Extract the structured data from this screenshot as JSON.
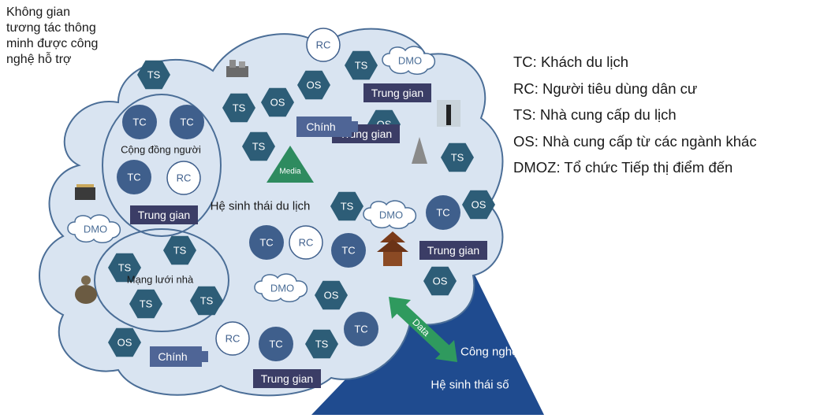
{
  "corner_label": "Không gian tương tác thông minh được công nghệ hỗ trợ",
  "legend": [
    "TC: Khách du lịch",
    "RC: Người tiêu dùng dân cư",
    "TS: Nhà cung cấp du lịch",
    "OS: Nhà cung cấp từ các ngành khác",
    "DMOZ: Tổ chức Tiếp thị điểm đến"
  ],
  "labels": {
    "tc": "TC",
    "rc": "RC",
    "ts": "TS",
    "os": "OS",
    "dmo": "DMO",
    "media": "Media",
    "intermediary": "Trung gian",
    "government": "Chính",
    "community": "Cộng đồng người",
    "network": "Mạng lưới nhà",
    "tourism_ecosystem": "Hệ sinh thái du lịch",
    "data": "Data",
    "technology": "Công nghệ",
    "digital_ecosystem": "Hệ sinh thái số"
  },
  "colors": {
    "cloud_fill": "#d9e4f1",
    "cloud_stroke": "#4b6e97",
    "hexagon": "#2d5d77",
    "circle_tc": "#3f5f8c",
    "box_dark": "#3b3d66",
    "box_mid": "#4f6596",
    "media_triangle": "#2e8b5f",
    "wedge": "#1f4b8f",
    "arrow": "#2f9a5e"
  }
}
